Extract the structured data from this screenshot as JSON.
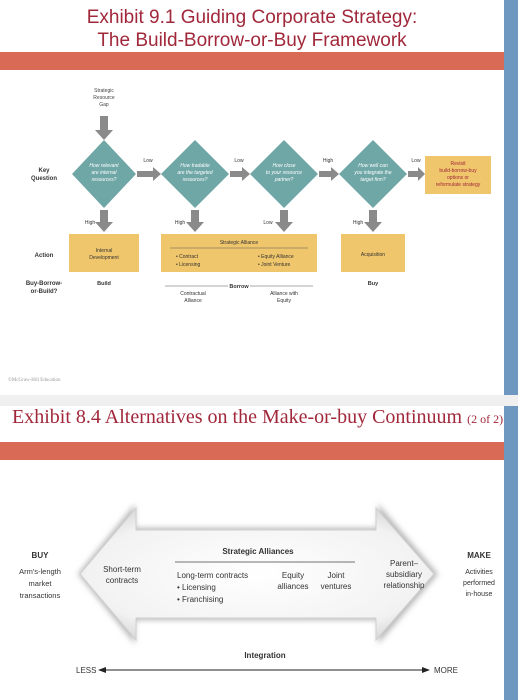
{
  "exhibit1": {
    "title_line1": "Exhibit 9.1 Guiding Corporate Strategy:",
    "title_line2": "The Build-Borrow-or-Buy Framework",
    "strategic_gap": "Strategic Resource Gap",
    "row_labels": {
      "key_question": "Key Question",
      "action": "Action",
      "build_borrow": "Buy-Borrow- or-Build?"
    },
    "questions": [
      "How relevant are internal resources?",
      "How tradable are the targeted resources?",
      "How close to your resource partner?",
      "How well can you integrate the target firm?"
    ],
    "revisit": "Revisit build-borrow-buy options or reformulate strategy",
    "edge_labels": {
      "low1": "Low",
      "low2": "Low",
      "high3": "High",
      "low4": "Low",
      "high1": "High",
      "high2": "High",
      "low3": "Low",
      "high4": "High"
    },
    "actions": {
      "internal_development": "Internal Development",
      "strategic_alliance": "Strategic Alliance",
      "contract": "• Contract",
      "licensing": "• Licensing",
      "equity_alliance": "• Equity Alliance",
      "joint_venture": "• Joint Venture",
      "acquisition": "Acquisition"
    },
    "outcomes": {
      "build": "Build",
      "borrow": "Borrow",
      "contractual_alliance": "Contractual Alliance",
      "alliance_with_equity": "Alliance with Equity",
      "buy": "Buy"
    },
    "copyright": "©McGraw-Hill Education"
  },
  "exhibit2": {
    "title": "Exhibit 8.4 Alternatives on the Make-or-buy Continuum",
    "title_suffix": "(2 of 2)",
    "buy_label": "BUY",
    "buy_desc": "Arm's-length market transactions",
    "make_label": "MAKE",
    "make_desc": "Activities performed in-house",
    "short_term": "Short-term contracts",
    "strategic_alliances": "Strategic Alliances",
    "long_term": "Long-term contracts",
    "licensing": "• Licensing",
    "franchising": "• Franchising",
    "equity_alliances": "Equity alliances",
    "joint_ventures": "Joint ventures",
    "parent_sub": "Parent– subsidiary relationship",
    "integration": "Integration",
    "less": "LESS",
    "more": "MORE"
  },
  "colors": {
    "title": "#a1283a",
    "band": "#d96b56",
    "teal": "#6fa6a6",
    "box": "#f0c66c",
    "gray_arrow": "#888888",
    "right_bar": "#6f98c0"
  }
}
